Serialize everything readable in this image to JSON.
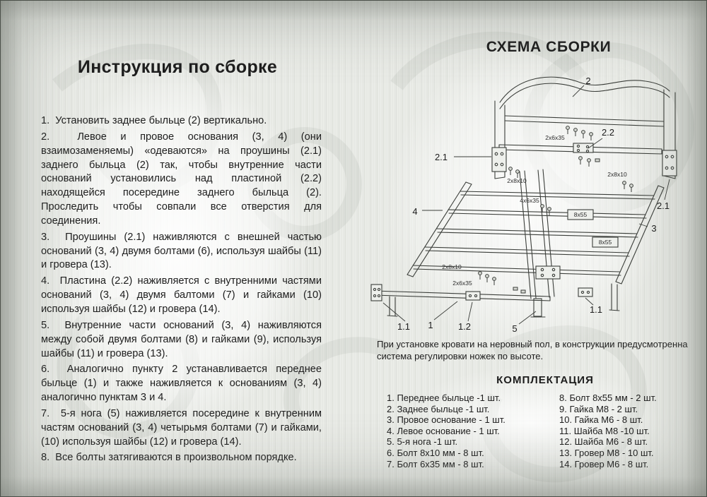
{
  "instructions": {
    "title": "Инструкция по сборке",
    "steps": [
      "1.  Установить заднее быльце (2) вертикально.",
      "2.  Левое и провое основания (3, 4) (они взаимозаменяемы) «одеваются» на проушины (2.1) заднего быльца (2) так, чтобы внутренние части оснований установились над пластиной (2.2) находящейся посередине заднего быльца (2). Проследить чтобы совпали все отверстия для соединения.",
      "3.  Проушины (2.1) наживляются с внешней частью оснований (3, 4) двумя болтами (6), используя шайбы (11) и гровера (13).",
      "4.  Пластина (2.2) наживляется с внутренними частями оснований (3, 4) двумя балтоми (7) и гайками (10) используя шайбы (12) и гровера (14).",
      "5.  Внутренние части оснований (3, 4) наживляются между собой двумя болтами (8) и гайками (9), используя шайбы (11) и гровера (13).",
      "6.  Аналогично пункту 2 устанавливается переднее быльце (1) и также наживляется к основаниям (3, 4) аналогично пунктам 3 и 4.",
      "7.  5-я нога (5) наживляется посередине к внутренним частям оснований (3, 4) четырьмя болтами (7) и гайками, (10) используя шайбы (12) и гровера (14).",
      "8.  Все болты затягиваются в произвольном порядке."
    ]
  },
  "diagram": {
    "title": "СХЕМА СБОРКИ",
    "note": "При установке кровати на неровный пол, в конструкции предусмотренна система регулировки ножек по высоте.",
    "labels": {
      "callout_1": "1",
      "callout_1_1_left": "1.1",
      "callout_1_1_right": "1.1",
      "callout_1_2": "1.2",
      "callout_2": "2",
      "callout_2_1_left": "2.1",
      "callout_2_1_right": "2.1",
      "callout_2_2": "2.2",
      "callout_3": "3",
      "callout_4": "4",
      "callout_5": "5",
      "dim_top": "2х6х35",
      "dim_left_upper": "2х8х10",
      "dim_right_upper": "2х8х10",
      "dim_center": "4х6х35",
      "dim_mid_right": "8х55",
      "dim_lower_right": "8х55",
      "dim_bottom_1": "2х8х10",
      "dim_bottom_2": "2х6х35"
    }
  },
  "parts": {
    "title": "КОМПЛЕКТАЦИЯ",
    "left": [
      "1. Переднее быльце -1 шт.",
      "2. Заднее быльце -1 шт.",
      "3. Провое основание - 1 шт.",
      "4. Левое основание - 1 шт.",
      "5. 5-я нога -1 шт.",
      "6. Болт 8х10 мм - 8 шт.",
      "7. Болт 6х35 мм - 8 шт."
    ],
    "right": [
      "8. Болт 8х55 мм - 2 шт.",
      "9. Гайка М8 - 2 шт.",
      "10. Гайка М6 - 8 шт.",
      "11. Шайба М8 -10 шт.",
      "12. Шайба М6 - 8 шт.",
      "13. Гровер М8 - 10 шт.",
      "14. Гровер М6 - 8 шт."
    ]
  }
}
